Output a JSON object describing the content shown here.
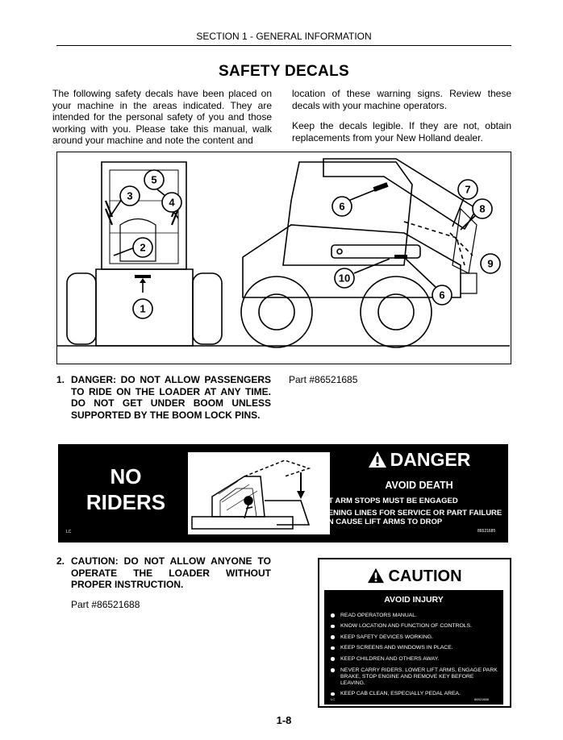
{
  "header": {
    "section": "SECTION 1 - GENERAL INFORMATION",
    "title": "SAFETY DECALS"
  },
  "intro": {
    "left": "The following safety decals have been placed on your machine in the areas indicated. They are intended for the personal safety of you and those working with you. Please take this manual, walk around your machine and note the content and",
    "right_1": "location of these warning signs. Review these decals with your machine operators.",
    "right_2": "Keep the decals legible. If they are not, obtain replacements from your New Holland dealer."
  },
  "illustration": {
    "callouts": [
      "1",
      "2",
      "3",
      "4",
      "5",
      "6",
      "6",
      "7",
      "8",
      "9",
      "10"
    ]
  },
  "items": [
    {
      "num": "1.",
      "text": "DANGER: DO NOT ALLOW PASSENGERS TO RIDE ON THE LOADER AT ANY TIME. DO NOT GET UNDER BOOM UNLESS SUPPORTED BY THE BOOM LOCK PINS.",
      "part": "Part #86521685"
    },
    {
      "num": "2.",
      "text": "CAUTION: DO NOT ALLOW ANYONE TO OPERATE THE LOADER WITHOUT PROPER INSTRUCTION.",
      "part": "Part #86521688"
    }
  ],
  "danger_decal": {
    "line1": "NO",
    "line2": "RIDERS",
    "heading": "DANGER",
    "subheading": "AVOID DEATH",
    "bullets": [
      "LIFT ARM STOPS MUST BE ENGAGED",
      "OPENING LINES FOR SERVICE OR PART FAILURE CAN CAUSE LIFT ARMS TO DROP"
    ],
    "code_left": "LC",
    "code_right": "86521685"
  },
  "caution_decal": {
    "heading": "CAUTION",
    "subheading": "AVOID INJURY",
    "bullets": [
      "READ OPERATORS MANUAL.",
      "KNOW LOCATION AND FUNCTION OF CONTROLS.",
      "KEEP SAFETY DEVICES WORKING.",
      "KEEP SCREENS AND WINDOWS IN PLACE.",
      "KEEP CHILDREN AND OTHERS AWAY.",
      "NEVER CARRY RIDERS. LOWER LIFT ARMS, ENGAGE PARK BRAKE, STOP ENGINE AND REMOVE KEY BEFORE LEAVING.",
      "KEEP CAB CLEAN, ESPECIALLY PEDAL AREA."
    ],
    "code_left": "LC",
    "code_right": "86521688"
  },
  "footer": {
    "page": "1-8"
  }
}
